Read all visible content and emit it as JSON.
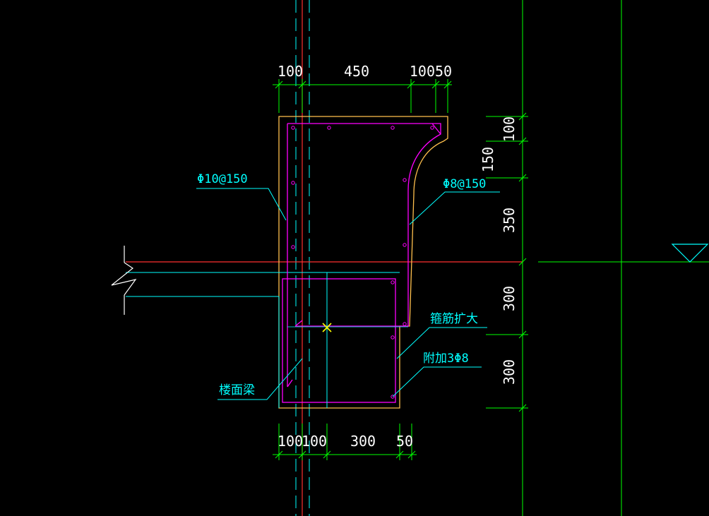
{
  "colors": {
    "background": "#000000",
    "dimension": "#00ff00",
    "dimension_text": "#ffffff",
    "annotation": "#00ffff",
    "rebar": "#ff00ff",
    "concrete": "#ffc04d",
    "axis": "#ff3030",
    "slab": "#00ffff",
    "marker": "#ffff00"
  },
  "dimensions": {
    "top": [
      "100",
      "450",
      "10050"
    ],
    "bottom": [
      "100",
      "100",
      "300",
      "50"
    ],
    "right": [
      "100",
      "150",
      "350",
      "300",
      "300"
    ]
  },
  "annotations": {
    "stirrup_main": "Φ10@150",
    "stirrup_side": "Φ8@150",
    "stirrup_enlarge": "箍筋扩大",
    "extra_bars": "附加3Φ8",
    "floor_beam": "楼面梁"
  },
  "icons": {
    "elevation_marker": "elevation-triangle-icon",
    "center_marker": "cross-marker-icon",
    "break_symbol": "break-line-icon"
  }
}
